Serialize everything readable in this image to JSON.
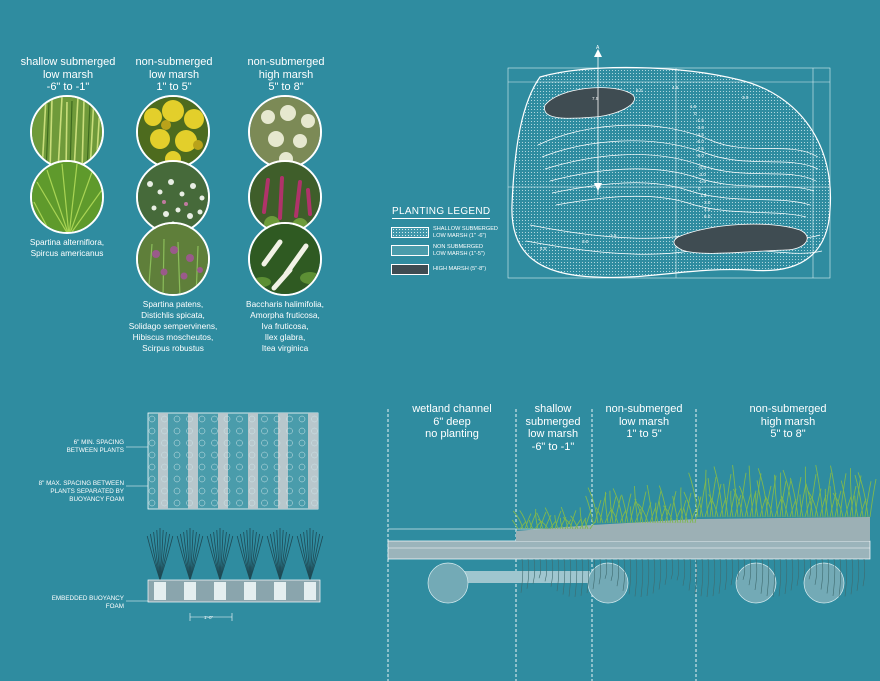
{
  "colors": {
    "background": "#2f8ca0",
    "line": "#ffffff",
    "dark_zone": "#3f4c52",
    "mid_zone": "#4a9cab",
    "grass": "#6aa548"
  },
  "icons": [
    "grass-photo-icon",
    "goldenrod-photo-icon",
    "white-flower-photo-icon",
    "red-flower-photo-icon",
    "purple-flower-photo-icon",
    "lavender-photo-icon",
    "white-spike-photo-icon",
    "flotation-cylinder-icon"
  ],
  "plant_columns": [
    {
      "title": [
        "shallow submerged",
        "low marsh",
        "-6\" to -1\""
      ],
      "species": [
        "Spartina alterniflora,",
        "Spircus americanus"
      ]
    },
    {
      "title": [
        "non-submerged",
        "low marsh",
        "1\" to 5\""
      ],
      "species": [
        "Spartina patens,",
        "Distichlis spicata,",
        "Solidago sempervinens,",
        "Hibiscus moscheutos,",
        "Scirpus robustus"
      ]
    },
    {
      "title": [
        "non-submerged",
        "high marsh",
        "5\" to 8\""
      ],
      "species": [
        "Baccharis halimifolia,",
        "Amorpha fruticosa,",
        "Iva fruticosa,",
        "Ilex glabra,",
        "Itea virginica"
      ]
    }
  ],
  "legend": {
    "title": "PLANTING LEGEND",
    "items": [
      {
        "line1": "SHALLOW SUBMERGED",
        "line2": "LOW MARSH (1\" -6\")"
      },
      {
        "line1": "NON SUBMERGED",
        "line2": "LOW MARSH (1\"-5\")"
      },
      {
        "line1": "HIGH MARSH (5\"-8\")",
        "line2": ""
      }
    ]
  },
  "plan": {
    "section_marker": "A",
    "contours": [
      "7.5",
      "6.0",
      "4.5",
      "3.0",
      "1.5",
      "0",
      "-1.5",
      "-3.0",
      "-4.5",
      "-6.0",
      "-7.5",
      "-6.0",
      "-4.5",
      "-3.0",
      "-1.5",
      "0",
      "1.5",
      "3.0",
      "4.5",
      "6.0",
      "4.5",
      "3.0",
      "1.5"
    ]
  },
  "spacing": {
    "label_min": [
      "6\" MIN. SPACING",
      "BETWEEN PLANTS"
    ],
    "label_max": [
      "8\" MAX. SPACING BETWEEN",
      "PLANTS SEPARATED BY",
      "BUOYANCY FOAM"
    ],
    "label_foam": [
      "EMBEDDED BUOYANCY",
      "FOAM"
    ],
    "dimension": "1'-0\""
  },
  "section": {
    "zones": [
      {
        "lines": [
          "wetland channel",
          "6\" deep",
          "no planting"
        ]
      },
      {
        "lines": [
          "shallow",
          "submerged",
          "low marsh",
          "-6\" to -1\""
        ]
      },
      {
        "lines": [
          "non-submerged",
          "low marsh",
          "1\" to 5\""
        ]
      },
      {
        "lines": [
          "non-submerged",
          "high marsh",
          "5\" to 8\""
        ]
      }
    ]
  }
}
